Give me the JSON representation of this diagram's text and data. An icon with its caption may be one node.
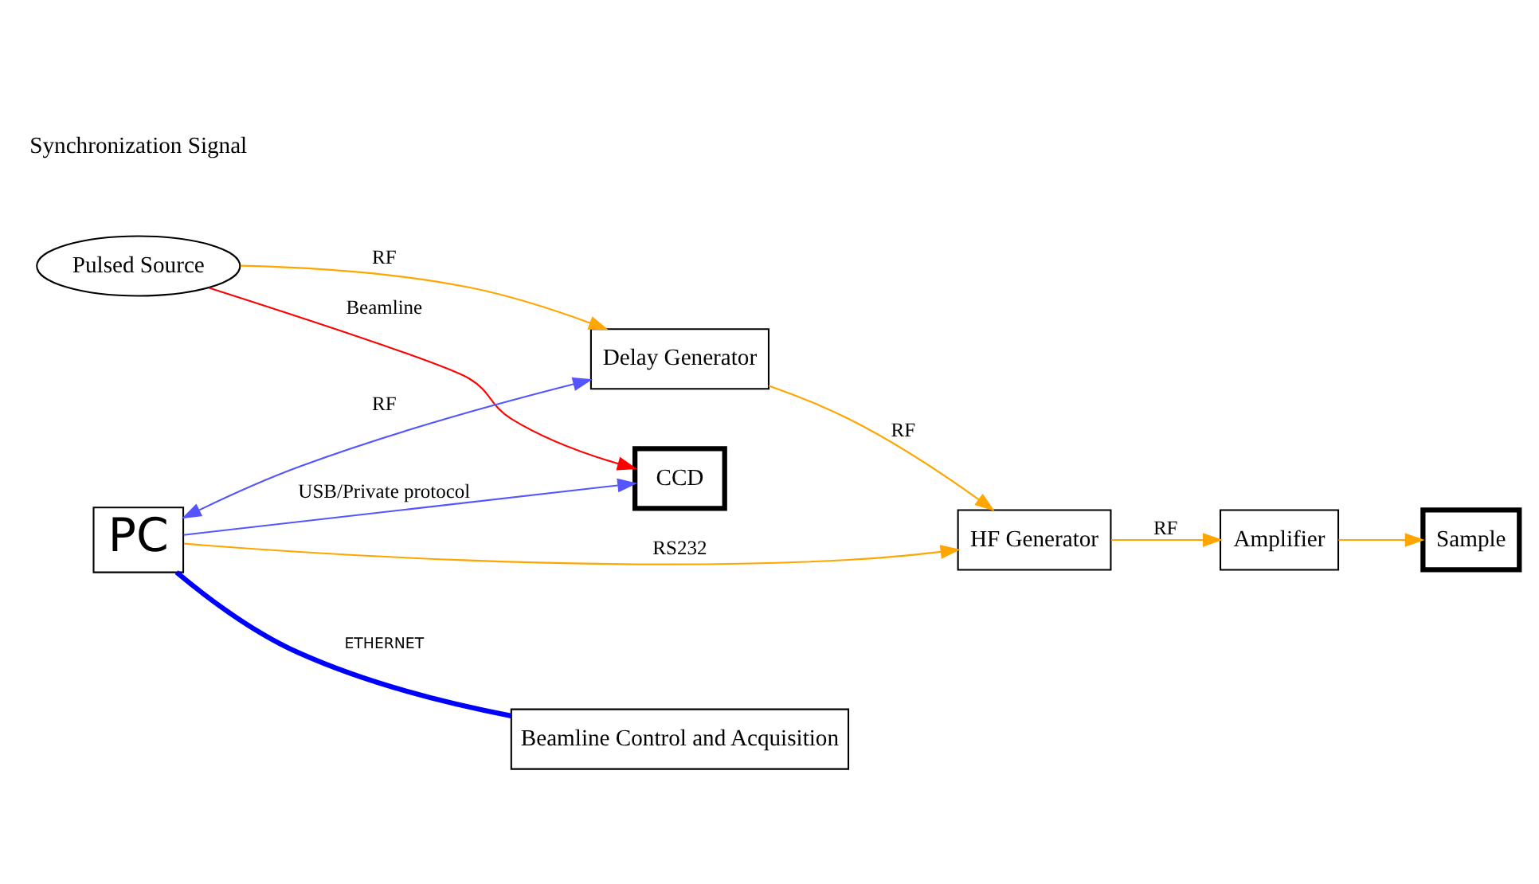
{
  "diagram": {
    "nodes": [
      {
        "text": [
          "Pulsed Source"
        ]
      },
      {
        "text": [
          "Delay Generator"
        ]
      },
      {
        "text": [
          "HF Generator"
        ]
      },
      {
        "text": [
          "Amplifier"
        ]
      },
      {
        "text": [
          "Sample"
        ]
      },
      {
        "text": [
          "CCD"
        ]
      },
      {
        "text": [
          "PC"
        ]
      },
      {
        "text": [
          "Beamline Control and Acquisition"
        ]
      }
    ],
    "edges": [
      {
        "from": 0,
        "to": 5,
        "arrow": "to",
        "label": "Beamline",
        "color": "#ff0000"
      },
      {
        "from": 0,
        "to": 1,
        "arrow": "to",
        "label": "RF"
      },
      {
        "from": 1,
        "to": 2,
        "arrow": "to",
        "label": "RF"
      },
      {
        "from": 6,
        "to": 2,
        "arrow": "to",
        "label": "RS232"
      },
      {
        "from": 2,
        "to": 3,
        "arrow": "to",
        "label": "RF"
      },
      {
        "from": 3,
        "to": 4,
        "arrow": "to"
      },
      {
        "from": 6,
        "to": 1,
        "arrow": "both",
        "label": "RF",
        "color": "#5555ff"
      },
      {
        "from": 6,
        "to": 5,
        "arrow": "to",
        "label": "USB/Private protocol",
        "color": "#5555ff"
      },
      {
        "from": 6,
        "to": 7,
        "arrow": "none",
        "label": "ETHERNET",
        "style": "thick",
        "color": "#0000ff"
      }
    ],
    "labels": [
      "Synchronization Signal"
    ]
  }
}
